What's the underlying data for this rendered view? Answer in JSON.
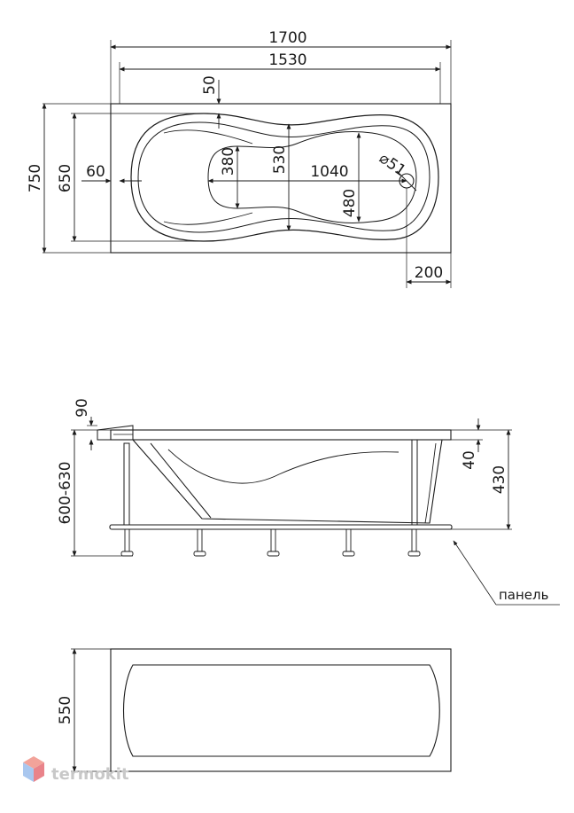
{
  "top_view": {
    "dims": {
      "length_total": "1700",
      "length_inner": "1530",
      "offset_top": "50",
      "width_total": "750",
      "width_inner": "650",
      "offset_left": "60",
      "width_narrow": "380",
      "width_middle": "530",
      "length_bowl": "1040",
      "drain_diameter": "⌀51",
      "width_wide": "480",
      "drain_offset": "200"
    }
  },
  "side_view": {
    "dims": {
      "rim_height": "90",
      "total_height": "600-630",
      "rim_thickness": "40",
      "tub_height": "430"
    },
    "panel_label": "панель"
  },
  "end_view": {
    "dims": {
      "panel_height": "550"
    }
  },
  "watermark": {
    "text": "termokit",
    "colors": [
      "#f2a39a",
      "#a9c7ef",
      "#e9838a"
    ]
  }
}
